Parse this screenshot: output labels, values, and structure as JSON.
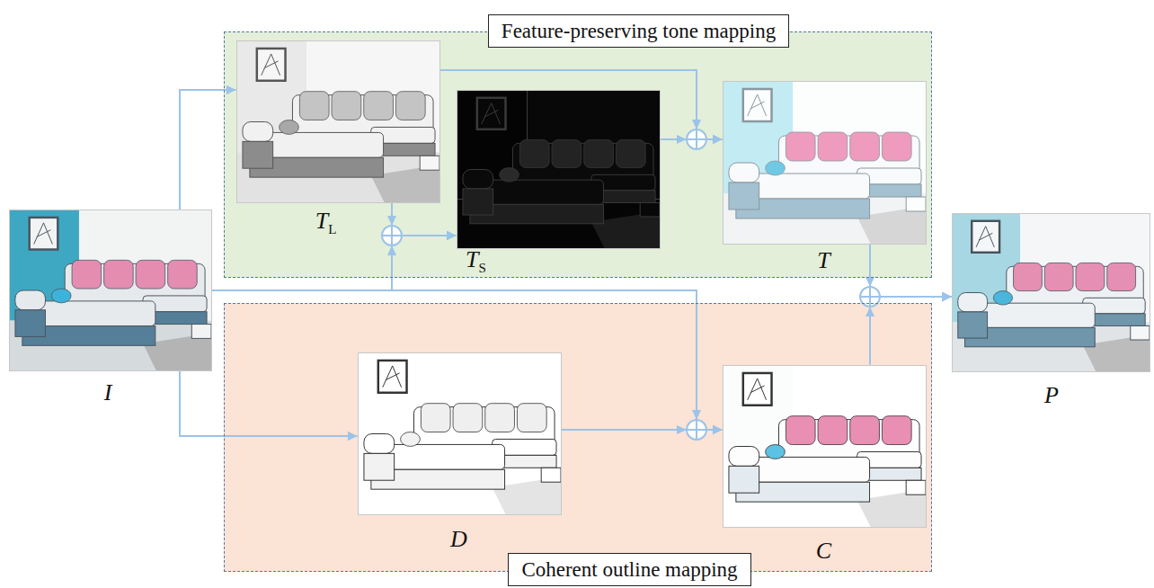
{
  "diagram": {
    "nodes": [
      {
        "text": [
          "Feature-preserving tone mapping"
        ]
      },
      {
        "text": [
          "T",
          "L"
        ],
        "in": 0
      },
      {
        "text": [
          "T",
          "S"
        ],
        "in": 0
      },
      {
        "text": [
          "T"
        ],
        "in": 0
      },
      {
        "text": [
          "I"
        ]
      },
      {
        "text": [
          "Coherent outline mapping"
        ]
      },
      {
        "text": [
          "D"
        ],
        "in": 5
      },
      {
        "text": [
          "C"
        ],
        "in": 5
      },
      {
        "text": [
          "P"
        ]
      }
    ],
    "edges": [
      {
        "from": 4,
        "to": 1,
        "arrow": "to"
      },
      {
        "from": 4,
        "to": 6,
        "arrow": "to"
      },
      {
        "from": 1,
        "to": 2,
        "arrow": "to"
      },
      {
        "from": 4,
        "to": 2,
        "arrow": "to"
      },
      {
        "from": 1,
        "to": 3,
        "arrow": "to"
      },
      {
        "from": 2,
        "to": 3,
        "arrow": "to"
      },
      {
        "from": 4,
        "to": 7,
        "arrow": "to"
      },
      {
        "from": 6,
        "to": 7,
        "arrow": "to"
      },
      {
        "from": 3,
        "to": 8,
        "arrow": "to"
      },
      {
        "from": 7,
        "to": 8,
        "arrow": "to"
      }
    ]
  }
}
